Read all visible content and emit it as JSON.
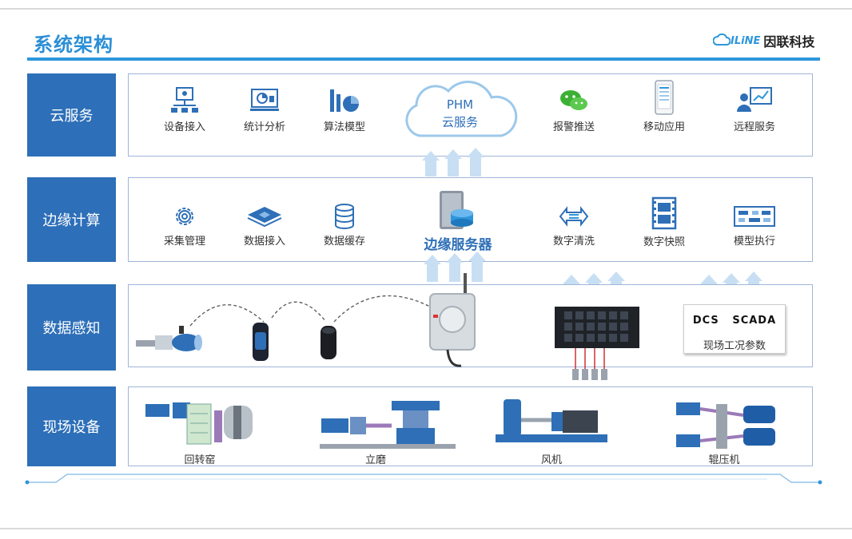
{
  "header": {
    "title": "系统架构",
    "logo_mark": "ILiNE",
    "logo_name": "因联科技"
  },
  "layers": {
    "cloud": {
      "label": "云服务",
      "items": [
        "设备接入",
        "统计分析",
        "算法模型",
        "报警推送",
        "移动应用",
        "远程服务"
      ],
      "center_title": "PHM",
      "center_sub": "云服务"
    },
    "edge": {
      "label": "边缘计算",
      "items": [
        "采集管理",
        "数据接入",
        "数据缓存",
        "数字清洗",
        "数字快照",
        "模型执行"
      ],
      "center_title": "边缘服务器"
    },
    "sensing": {
      "label": "数据感知",
      "scada_logo_a": "DCS",
      "scada_logo_b": "SCADA",
      "scada_sub": "现场工况参数"
    },
    "field": {
      "label": "现场设备",
      "devices": [
        "回转窑",
        "立磨",
        "风机",
        "辊压机"
      ]
    }
  },
  "colors": {
    "accent": "#2e96dc",
    "label_bg": "#2d6fb8",
    "box_border": "#9fb6d8",
    "arrow": "#c8dff3"
  },
  "icons": {
    "cloud": [
      "device-access-icon",
      "statistics-icon",
      "algorithm-icon",
      "wechat-icon",
      "mobile-app-icon",
      "remote-service-icon"
    ],
    "edge": [
      "gear-icon",
      "data-access-icon",
      "database-icon",
      "data-clean-icon",
      "film-icon",
      "model-exec-icon"
    ]
  }
}
